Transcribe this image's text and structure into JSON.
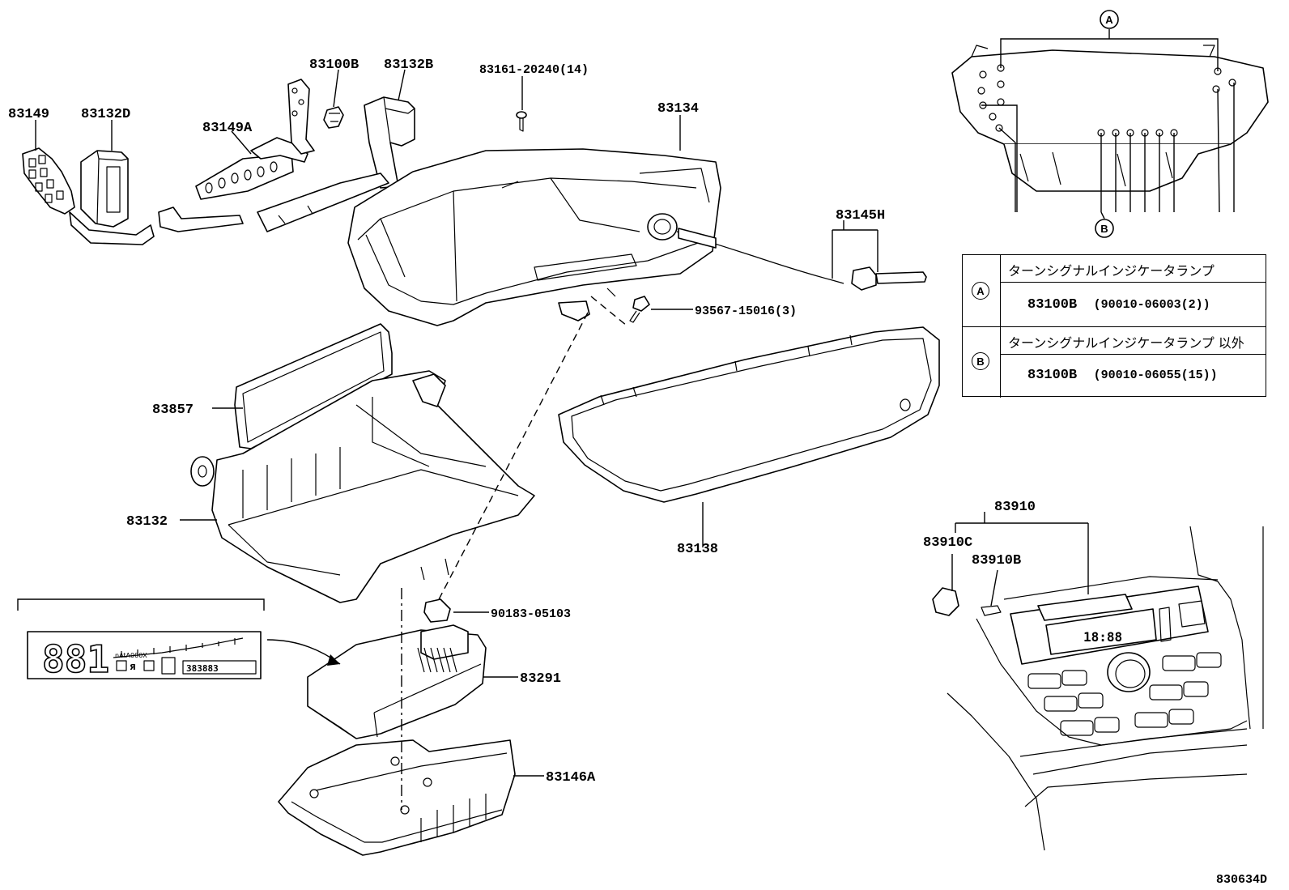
{
  "diagram": {
    "labels": {
      "p83149": "83149",
      "p83132D": "83132D",
      "p83149A": "83149A",
      "p83100B": "83100B",
      "p83132B": "83132B",
      "p83161": "83161-20240(14)",
      "p83134": "83134",
      "p83145H": "83145H",
      "p93567": "93567-15016(3)",
      "p83857": "83857",
      "p83132": "83132",
      "p83138": "83138",
      "p90183": "90183-05103",
      "p83291": "83291",
      "p83146A": "83146A",
      "p83910": "83910",
      "p83910C": "83910C",
      "p83910B": "83910B",
      "code": "830634D"
    },
    "callouts": {
      "a": "A",
      "b": "B"
    },
    "display": {
      "digits": "881",
      "odometer": "383883",
      "clock": "18:88",
      "brand": "nAtA000X"
    }
  },
  "legend": {
    "rows": [
      {
        "mark": "A",
        "desc": "ターンシグナルインジケータランプ",
        "part": "83100B",
        "spec": "(90010-06003(2))"
      },
      {
        "mark": "B",
        "desc": "ターンシグナルインジケータランプ 以外",
        "part": "83100B",
        "spec": "(90010-06055(15))"
      }
    ]
  }
}
